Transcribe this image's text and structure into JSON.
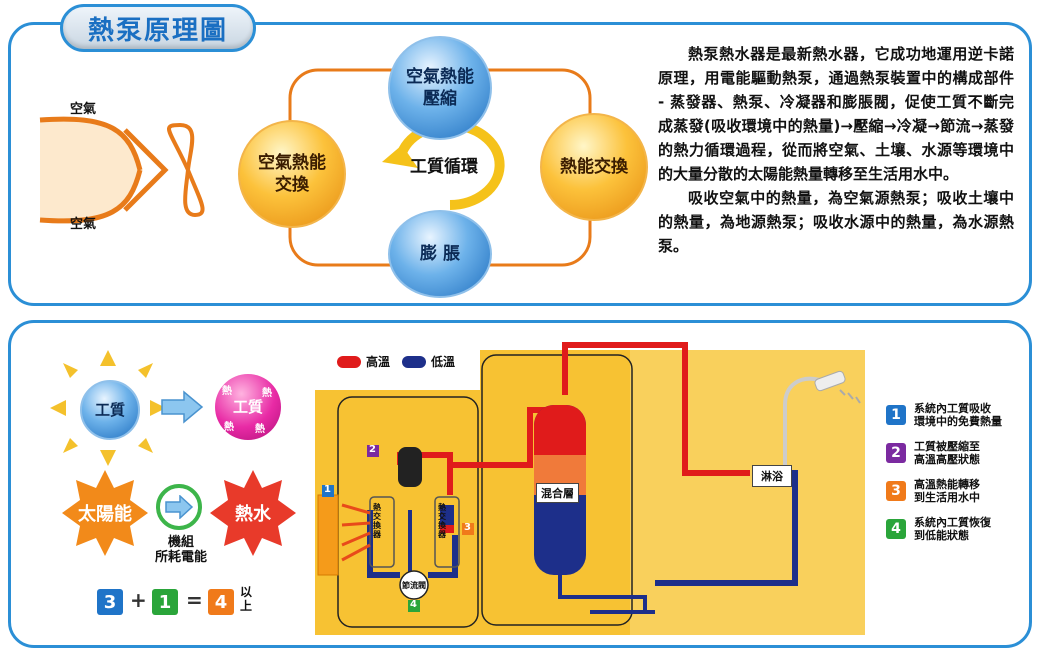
{
  "top": {
    "title": "熱泵原理圖",
    "air_label_top": "空氣",
    "air_label_bottom": "空氣",
    "node_compress": "空氣熱能\n壓縮",
    "node_air_exchange": "空氣熱能\n交換",
    "node_heat_exchange": "熱能交換",
    "node_expand": "膨  脹",
    "cycle_label": "工質循環",
    "description_p1": "熱泵熱水器是最新熱水器，它成功地運用逆卡諾原理，用電能驅動熱泵，通過熱泵裝置中的構成部件 - 蒸發器、熱泵、冷凝器和膨脹閥，促使工質不斷完成蒸發(吸收環境中的熱量)→壓縮→冷凝→節流→蒸發的熱力循環過程，從而將空氣、土壤、水源等環境中的大量分散的太陽能熱量轉移至生活用水中。",
    "description_p2": "吸收空氣中的熱量，為空氣源熱泵；吸收土壤中的熱量，為地源熱泵；吸收水源中的熱量，為水源熱泵。"
  },
  "bottom": {
    "medium_label": "工質",
    "hot_medium_label": "工質",
    "hot_medium_small": "熱",
    "solar_label": "太陽能",
    "hotwater_label": "熱水",
    "unit_label": "機組\n所耗電能",
    "equation": {
      "a": "3",
      "plus": "+",
      "b": "1",
      "eq": "=",
      "c": "4",
      "suffix": "以\n上"
    },
    "legend_high": "高溫",
    "legend_low": "低溫",
    "mix_layer": "混合層",
    "shower": "淋浴",
    "hx1": "熱交換器",
    "hx2": "熱交換器",
    "expansion_valve": "節流閥",
    "steps": [
      {
        "num": "1",
        "text": "系統內工質吸收\n環境中的免費熱量",
        "color": "#1f74c8"
      },
      {
        "num": "2",
        "text": "工質被壓縮至\n高溫高壓狀態",
        "color": "#7b2aa0"
      },
      {
        "num": "3",
        "text": "高溫熱能轉移\n到生活用水中",
        "color": "#f07a1a"
      },
      {
        "num": "4",
        "text": "系統內工質恢復\n到低能狀態",
        "color": "#2aa53a"
      }
    ],
    "colors": {
      "high": "#e01b1b",
      "low": "#1d2f8a",
      "diagram_bg": "#f7c233"
    }
  }
}
